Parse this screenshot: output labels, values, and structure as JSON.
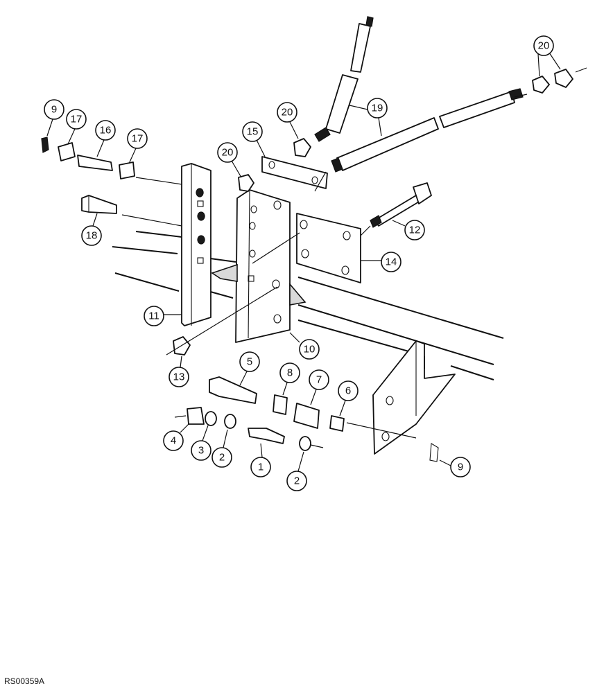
{
  "figure_id": "RS00359A",
  "callouts": [
    {
      "id": "c1",
      "label": "1"
    },
    {
      "id": "c2a",
      "label": "2"
    },
    {
      "id": "c2b",
      "label": "2"
    },
    {
      "id": "c3",
      "label": "3"
    },
    {
      "id": "c4",
      "label": "4"
    },
    {
      "id": "c5",
      "label": "5"
    },
    {
      "id": "c6",
      "label": "6"
    },
    {
      "id": "c7",
      "label": "7"
    },
    {
      "id": "c8",
      "label": "8"
    },
    {
      "id": "c9a",
      "label": "9"
    },
    {
      "id": "c9b",
      "label": "9"
    },
    {
      "id": "c10",
      "label": "10"
    },
    {
      "id": "c11",
      "label": "11"
    },
    {
      "id": "c12",
      "label": "12"
    },
    {
      "id": "c13",
      "label": "13"
    },
    {
      "id": "c14",
      "label": "14"
    },
    {
      "id": "c15",
      "label": "15"
    },
    {
      "id": "c16",
      "label": "16"
    },
    {
      "id": "c17a",
      "label": "17"
    },
    {
      "id": "c17b",
      "label": "17"
    },
    {
      "id": "c18",
      "label": "18"
    },
    {
      "id": "c19",
      "label": "19"
    },
    {
      "id": "c20a",
      "label": "20"
    },
    {
      "id": "c20b",
      "label": "20"
    },
    {
      "id": "c20c",
      "label": "20"
    }
  ]
}
